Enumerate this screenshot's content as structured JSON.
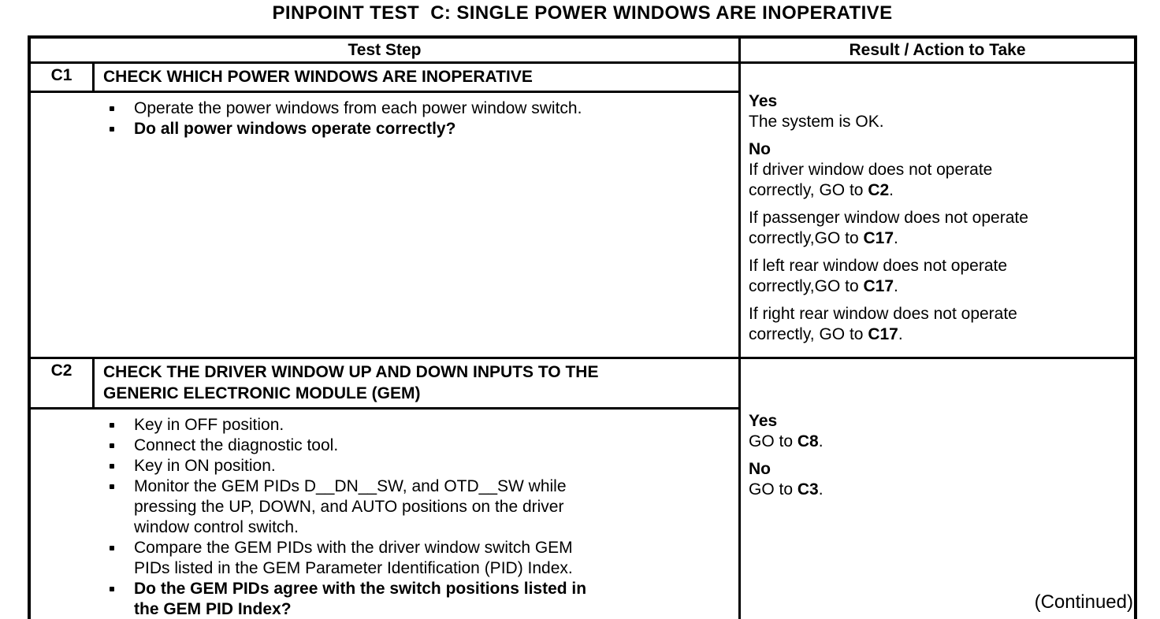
{
  "page": {
    "title": "PINPOINT TEST  C: SINGLE POWER WINDOWS ARE INOPERATIVE",
    "continued": "(Continued)"
  },
  "table": {
    "columns": {
      "test_step": "Test Step",
      "result": "Result / Action to Take"
    },
    "steps": [
      {
        "id": "C1",
        "title": "CHECK WHICH POWER WINDOWS ARE INOPERATIVE",
        "instructions": [
          {
            "text": "Operate the power windows from each power window switch.",
            "bold": false
          },
          {
            "text": "Do all power windows operate correctly?",
            "bold": true
          }
        ],
        "results": [
          {
            "label": "Yes",
            "paragraphs": [
              [
                {
                  "t": "The system is OK."
                }
              ]
            ]
          },
          {
            "label": "No",
            "paragraphs": [
              [
                {
                  "t": "If driver window does not operate\ncorrectly, GO to "
                },
                {
                  "t": "C2",
                  "b": true
                },
                {
                  "t": "."
                }
              ],
              [
                {
                  "t": "If passenger window does not operate\ncorrectly,GO to "
                },
                {
                  "t": "C17",
                  "b": true
                },
                {
                  "t": "."
                }
              ],
              [
                {
                  "t": "If left rear window does not operate\ncorrectly,GO to "
                },
                {
                  "t": "C17",
                  "b": true
                },
                {
                  "t": "."
                }
              ],
              [
                {
                  "t": "If right rear window does not operate\ncorrectly, GO to "
                },
                {
                  "t": "C17",
                  "b": true
                },
                {
                  "t": "."
                }
              ]
            ]
          }
        ]
      },
      {
        "id": "C2",
        "title": "CHECK THE DRIVER WINDOW UP AND DOWN INPUTS TO THE\nGENERIC ELECTRONIC MODULE (GEM)",
        "instructions": [
          {
            "text": "Key in OFF position.",
            "bold": false
          },
          {
            "text": "Connect the diagnostic tool.",
            "bold": false
          },
          {
            "text": "Key in ON position.",
            "bold": false
          },
          {
            "text": "Monitor the GEM PIDs D__DN__SW, and OTD__SW while\npressing the UP, DOWN, and AUTO positions on the driver\nwindow control switch.",
            "bold": false
          },
          {
            "text": "Compare the GEM PIDs with the driver window switch GEM\nPIDs listed in the GEM Parameter Identification (PID) Index.",
            "bold": false
          },
          {
            "text": "Do the GEM PIDs agree with the switch positions listed in\nthe GEM PID Index?",
            "bold": true
          }
        ],
        "results": [
          {
            "label": "Yes",
            "paragraphs": [
              [
                {
                  "t": "GO to "
                },
                {
                  "t": "C8",
                  "b": true
                },
                {
                  "t": "."
                }
              ]
            ]
          },
          {
            "label": "No",
            "paragraphs": [
              [
                {
                  "t": "GO to "
                },
                {
                  "t": "C3",
                  "b": true
                },
                {
                  "t": "."
                }
              ]
            ]
          }
        ]
      }
    ]
  }
}
